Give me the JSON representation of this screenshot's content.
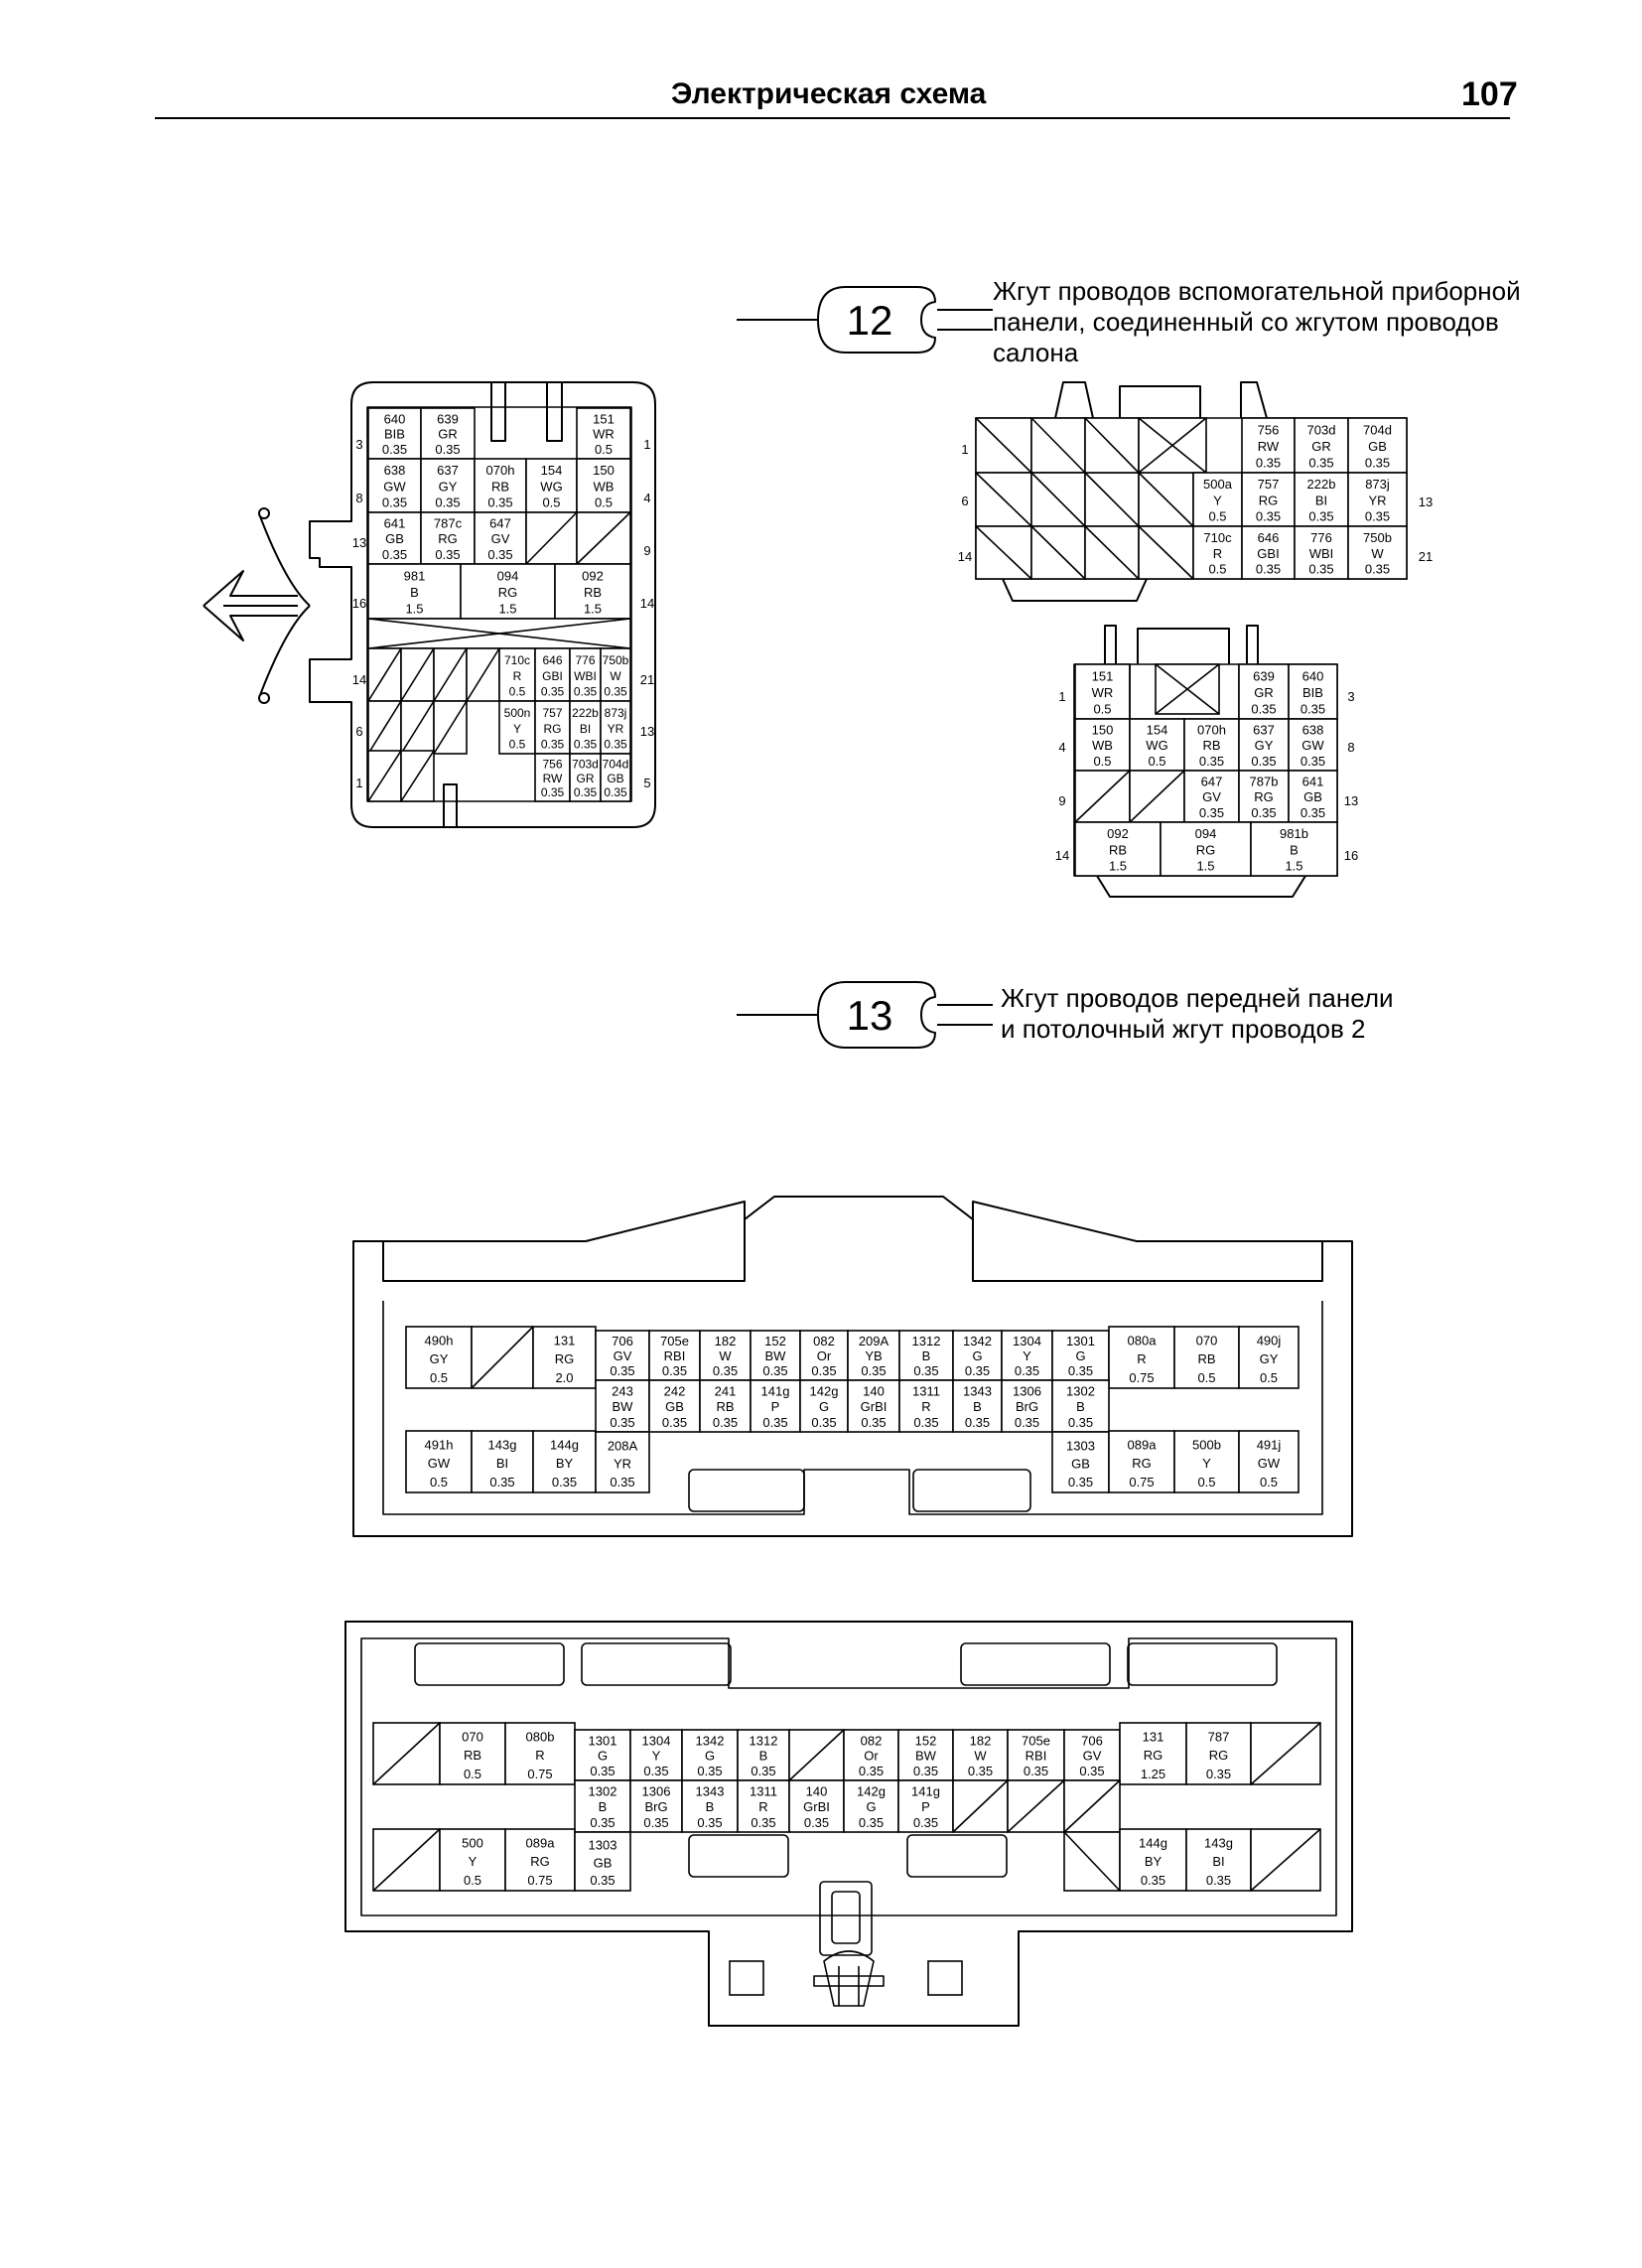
{
  "header": {
    "title": "Электрическая схема",
    "page_number": "107"
  },
  "sections": [
    {
      "number": "12",
      "lines": [
        "Жгут проводов вспомогательной приборной",
        "панели, соединенный со жгутом проводов",
        "салона"
      ]
    },
    {
      "number": "13",
      "lines": [
        "Жгут проводов передней панели",
        "и потолочный жгут проводов 2"
      ]
    }
  ],
  "connector_12_female": {
    "pin_numbers": [
      "3",
      "1",
      "8",
      "4",
      "13",
      "9",
      "16",
      "14",
      "14",
      "21",
      "6",
      "13",
      "1",
      "5"
    ],
    "cells": [
      [
        "640",
        "BIB",
        "0.35"
      ],
      [
        "639",
        "GR",
        "0.35"
      ],
      [
        "151",
        "WR",
        "0.5"
      ],
      [
        "638",
        "GW",
        "0.35"
      ],
      [
        "637",
        "GY",
        "0.35"
      ],
      [
        "070h",
        "RB",
        "0.35"
      ],
      [
        "154",
        "WG",
        "0.5"
      ],
      [
        "150",
        "WB",
        "0.5"
      ],
      [
        "641",
        "GB",
        "0.35"
      ],
      [
        "787c",
        "RG",
        "0.35"
      ],
      [
        "647",
        "GV",
        "0.35"
      ],
      [
        "981",
        "B",
        "1.5"
      ],
      [
        "094",
        "RG",
        "1.5"
      ],
      [
        "092",
        "RB",
        "1.5"
      ],
      [
        "710c",
        "R",
        "0.5"
      ],
      [
        "646",
        "GBI",
        "0.35"
      ],
      [
        "776",
        "WBI",
        "0.35"
      ],
      [
        "750b",
        "W",
        "0.35"
      ],
      [
        "500n",
        "Y",
        "0.5"
      ],
      [
        "757",
        "RG",
        "0.35"
      ],
      [
        "222b",
        "BI",
        "0.35"
      ],
      [
        "873j",
        "YR",
        "0.35"
      ],
      [
        "756",
        "RW",
        "0.35"
      ],
      [
        "703d",
        "GR",
        "0.35"
      ],
      [
        "704d",
        "GB",
        "0.35"
      ]
    ]
  },
  "connector_12_male_a": {
    "pin_numbers": [
      "1",
      "6",
      "14",
      "13",
      "21"
    ],
    "cells": [
      [
        "756",
        "RW",
        "0.35"
      ],
      [
        "703d",
        "GR",
        "0.35"
      ],
      [
        "704d",
        "GB",
        "0.35"
      ],
      [
        "500a",
        "Y",
        "0.5"
      ],
      [
        "757",
        "RG",
        "0.35"
      ],
      [
        "222b",
        "BI",
        "0.35"
      ],
      [
        "873j",
        "YR",
        "0.35"
      ],
      [
        "710c",
        "R",
        "0.5"
      ],
      [
        "646",
        "GBI",
        "0.35"
      ],
      [
        "776",
        "WBI",
        "0.35"
      ],
      [
        "750b",
        "W",
        "0.35"
      ]
    ]
  },
  "connector_12_male_b": {
    "pin_numbers": [
      "1",
      "3",
      "4",
      "8",
      "9",
      "13",
      "14",
      "16"
    ],
    "cells": [
      [
        "151",
        "WR",
        "0.5"
      ],
      [
        "639",
        "GR",
        "0.35"
      ],
      [
        "640",
        "BIB",
        "0.35"
      ],
      [
        "150",
        "WB",
        "0.5"
      ],
      [
        "154",
        "WG",
        "0.5"
      ],
      [
        "070h",
        "RB",
        "0.35"
      ],
      [
        "637",
        "GY",
        "0.35"
      ],
      [
        "638",
        "GW",
        "0.35"
      ],
      [
        "647",
        "GV",
        "0.35"
      ],
      [
        "787b",
        "RG",
        "0.35"
      ],
      [
        "641",
        "GB",
        "0.35"
      ],
      [
        "092",
        "RB",
        "1.5"
      ],
      [
        "094",
        "RG",
        "1.5"
      ],
      [
        "981b",
        "B",
        "1.5"
      ]
    ]
  },
  "connector_13_a": {
    "cells": [
      [
        "490h",
        "GY",
        "0.5"
      ],
      [
        "131",
        "RG",
        "2.0"
      ],
      [
        "706",
        "GV",
        "0.35"
      ],
      [
        "705e",
        "RBI",
        "0.35"
      ],
      [
        "182",
        "W",
        "0.35"
      ],
      [
        "152",
        "BW",
        "0.35"
      ],
      [
        "082",
        "Or",
        "0.35"
      ],
      [
        "209A",
        "YB",
        "0.35"
      ],
      [
        "1312",
        "B",
        "0.35"
      ],
      [
        "1342",
        "G",
        "0.35"
      ],
      [
        "1304",
        "Y",
        "0.35"
      ],
      [
        "1301",
        "G",
        "0.35"
      ],
      [
        "080a",
        "R",
        "0.75"
      ],
      [
        "070",
        "RB",
        "0.5"
      ],
      [
        "490j",
        "GY",
        "0.5"
      ],
      [
        "243",
        "BW",
        "0.35"
      ],
      [
        "242",
        "GB",
        "0.35"
      ],
      [
        "241",
        "RB",
        "0.35"
      ],
      [
        "141g",
        "P",
        "0.35"
      ],
      [
        "142g",
        "G",
        "0.35"
      ],
      [
        "140",
        "GrBI",
        "0.35"
      ],
      [
        "1311",
        "R",
        "0.35"
      ],
      [
        "1343",
        "B",
        "0.35"
      ],
      [
        "1306",
        "BrG",
        "0.35"
      ],
      [
        "1302",
        "B",
        "0.35"
      ],
      [
        "491h",
        "GW",
        "0.5"
      ],
      [
        "143g",
        "BI",
        "0.35"
      ],
      [
        "144g",
        "BY",
        "0.35"
      ],
      [
        "208A",
        "YR",
        "0.35"
      ],
      [
        "1303",
        "GB",
        "0.35"
      ],
      [
        "089a",
        "RG",
        "0.75"
      ],
      [
        "500b",
        "Y",
        "0.5"
      ],
      [
        "491j",
        "GW",
        "0.5"
      ]
    ]
  },
  "connector_13_b": {
    "cells": [
      [
        "070",
        "RB",
        "0.5"
      ],
      [
        "080b",
        "R",
        "0.75"
      ],
      [
        "1301",
        "G",
        "0.35"
      ],
      [
        "1304",
        "Y",
        "0.35"
      ],
      [
        "1342",
        "G",
        "0.35"
      ],
      [
        "1312",
        "B",
        "0.35"
      ],
      [
        "082",
        "Or",
        "0.35"
      ],
      [
        "152",
        "BW",
        "0.35"
      ],
      [
        "182",
        "W",
        "0.35"
      ],
      [
        "705e",
        "RBI",
        "0.35"
      ],
      [
        "706",
        "GV",
        "0.35"
      ],
      [
        "131",
        "RG",
        "1.25"
      ],
      [
        "787",
        "RG",
        "0.35"
      ],
      [
        "1302",
        "B",
        "0.35"
      ],
      [
        "1306",
        "BrG",
        "0.35"
      ],
      [
        "1343",
        "B",
        "0.35"
      ],
      [
        "1311",
        "R",
        "0.35"
      ],
      [
        "140",
        "GrBI",
        "0.35"
      ],
      [
        "142g",
        "G",
        "0.35"
      ],
      [
        "141g",
        "P",
        "0.35"
      ],
      [
        "500",
        "Y",
        "0.5"
      ],
      [
        "089a",
        "RG",
        "0.75"
      ],
      [
        "1303",
        "GB",
        "0.35"
      ],
      [
        "144g",
        "BY",
        "0.35"
      ],
      [
        "143g",
        "BI",
        "0.35"
      ]
    ]
  }
}
